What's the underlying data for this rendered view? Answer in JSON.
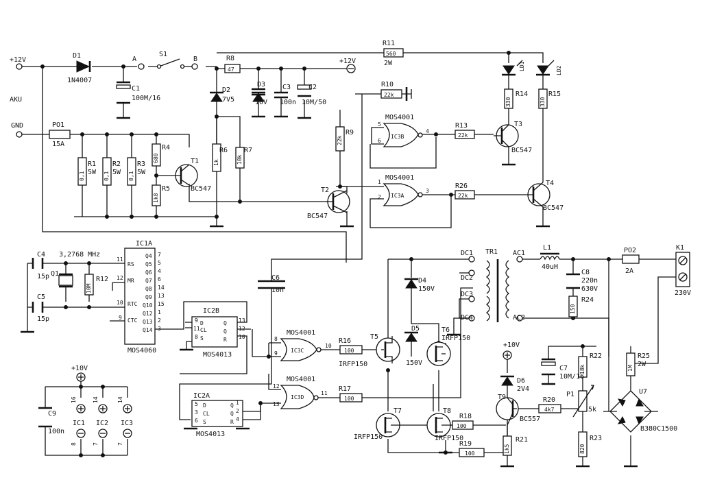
{
  "labels": {
    "vplus12_in": "+12V",
    "aku": "AKU",
    "gnd": "GND",
    "d1": "D1",
    "d1_val": "1N4007",
    "node_a": "A",
    "s1": "S1",
    "node_b": "B",
    "c1": "C1",
    "c1_val": "100M/16",
    "r8": "R8",
    "r8_val": "47",
    "d2": "D2",
    "d2_val": "7V5",
    "d3": "D3",
    "d3_val": "10V",
    "c3": "C3",
    "c3_val": "100n",
    "c2": "C2",
    "c2_val": "10M/50",
    "vplus12_rail": "+12V",
    "r11": "R11",
    "r11_val": "560",
    "r11_pw": "2W",
    "r10": "R10",
    "r10_val": "22k",
    "r9": "R9",
    "r9_val": "22k",
    "po1": "PO1",
    "po1_val": "15A",
    "r1": "R1",
    "r1_val": "0,1",
    "r1_pw": "5W",
    "r2": "R2",
    "r2_val": "0,1",
    "r2_pw": "5W",
    "r3": "R3",
    "r3_val": "0,1",
    "r3_pw": "5W",
    "r4": "R4",
    "r4_val": "680",
    "r5": "R5",
    "r5_val": "1k8",
    "t1": "T1",
    "t1_val": "BC547",
    "r6": "R6",
    "r6_val": "1k",
    "r7": "R7",
    "r7_val": "10k",
    "t2": "T2",
    "t2_val": "BC547",
    "ic3b_chip": "MOS4001",
    "ic3b": "IC3B",
    "ic3a_chip": "MOS4001",
    "ic3a": "IC3A",
    "p5": "5",
    "p6": "6",
    "p4": "4",
    "p1": "1",
    "p2": "2",
    "p3": "3",
    "r13": "R13",
    "r13_val": "22k",
    "r26": "R26",
    "r26_val": "22k",
    "t3": "T3",
    "t3_val": "BC547",
    "t4": "T4",
    "t4_val": "BC547",
    "ld1": "LD1",
    "ld2": "LD2",
    "r14": "R14",
    "r14_val": "330",
    "r15": "R15",
    "r15_val": "330",
    "c4": "C4",
    "c4_val": "15p",
    "q1": "Q1",
    "q1_val": "3,2768 MHz",
    "r12": "R12",
    "r12_val": "10M",
    "c5": "C5",
    "c5_val": "15p",
    "ic1a": "IC1A",
    "ic1a_chip": "MOS4060",
    "ic1_rs": "RS",
    "ic1_mr": "MR",
    "ic1_rtc": "RTC",
    "ic1_ctc": "CTC",
    "ic1_p11": "11",
    "ic1_p12": "12",
    "ic1_p10": "10",
    "ic1_p9": "9",
    "ic1_q4": "Q4",
    "ic1_q5": "Q5",
    "ic1_q6": "Q6",
    "ic1_q7": "Q7",
    "ic1_q8": "Q8",
    "ic1_q9": "Q9",
    "ic1_q10": "Q10",
    "ic1_q12": "Q12",
    "ic1_q13": "Q13",
    "ic1_q14": "Q14",
    "ic1_n7": "7",
    "ic1_n5": "5",
    "ic1_n4": "4",
    "ic1_n6": "6",
    "ic1_n14": "14",
    "ic1_n13": "13",
    "ic1_n15": "15",
    "ic1_n1": "1",
    "ic1_n2": "2",
    "ic1_n3": "3",
    "ic2b": "IC2B",
    "ic2b_chip": "MOS4013",
    "ic2a": "IC2A",
    "ic2a_chip": "MOS4013",
    "ff_d": "D",
    "ff_cl": "CL",
    "ff_s": "S",
    "ff_q": "Q",
    "ff_qn": "Q",
    "ff_r": "R",
    "ic2b_p9": "9",
    "ic2b_p11": "11",
    "ic2b_p8": "8",
    "ic2b_p13": "13",
    "ic2b_p12": "12",
    "ic2b_p10": "10",
    "ic2a_p5": "5",
    "ic2a_p3": "3",
    "ic2a_p6": "6",
    "ic2a_p1": "1",
    "ic2a_p2": "2",
    "ic2a_p4": "4",
    "c6": "C6",
    "c6_val": "10n",
    "ic3c_chip": "MOS4001",
    "ic3c": "IC3C",
    "ic3d_chip": "MOS4001",
    "ic3d": "IC3D",
    "p8": "8",
    "p9": "9",
    "p10": "10",
    "p12": "12",
    "p13": "13",
    "p11": "11",
    "r16": "R16",
    "r16_val": "100",
    "r17": "R17",
    "r17_val": "100",
    "t5": "T5",
    "t5_val": "IRFP150",
    "t6": "T6",
    "t6_val": "IRFP150",
    "t7": "T7",
    "t7_val": "IRFP150",
    "t8": "T8",
    "t8_val": "IRFP150",
    "r18": "R18",
    "r18_val": "100",
    "r19": "R19",
    "r19_val": "100",
    "d4": "D4",
    "d4_val": "150V",
    "d5": "D5",
    "d5_val": "150V",
    "tr1": "TR1",
    "dc1": "DC1",
    "dc2": "DC2",
    "dc3": "DC3",
    "dc4": "DC4",
    "ac1": "AC1",
    "ac2": "AC2",
    "l1": "L1",
    "l1_val": "40uH",
    "c8": "C8",
    "c8_val": "220n",
    "c8_v": "630V",
    "r24": "R24",
    "r24_val": "150",
    "po2": "PO2",
    "po2_val": "2A",
    "k1": "K1",
    "k1_val": "230V",
    "vplus10_a": "+10V",
    "d6": "D6",
    "d6_val": "2V4",
    "t9": "T9",
    "t9_val": "BC557",
    "r20": "R20",
    "r20_val": "4k7",
    "r21": "R21",
    "r21_val": "1k5",
    "c7": "C7",
    "c7_val": "10M/16",
    "r22": "R22",
    "r22_val": "18k",
    "p1pot": "P1",
    "p1_val": "5k",
    "r23": "R23",
    "r23_val": "820",
    "r25": "R25",
    "r25_val": "1M",
    "r25_pw": "2W",
    "u7": "U7",
    "u7_val": "B380C1500",
    "vplus10_b": "+10V",
    "c9": "C9",
    "c9_val": "100n",
    "ic1": "IC1",
    "ic2": "IC2",
    "ic3": "IC3",
    "pin16": "16",
    "pin14a": "14",
    "pin14b": "14",
    "pin8": "8",
    "pin7a": "7",
    "pin7b": "7"
  }
}
